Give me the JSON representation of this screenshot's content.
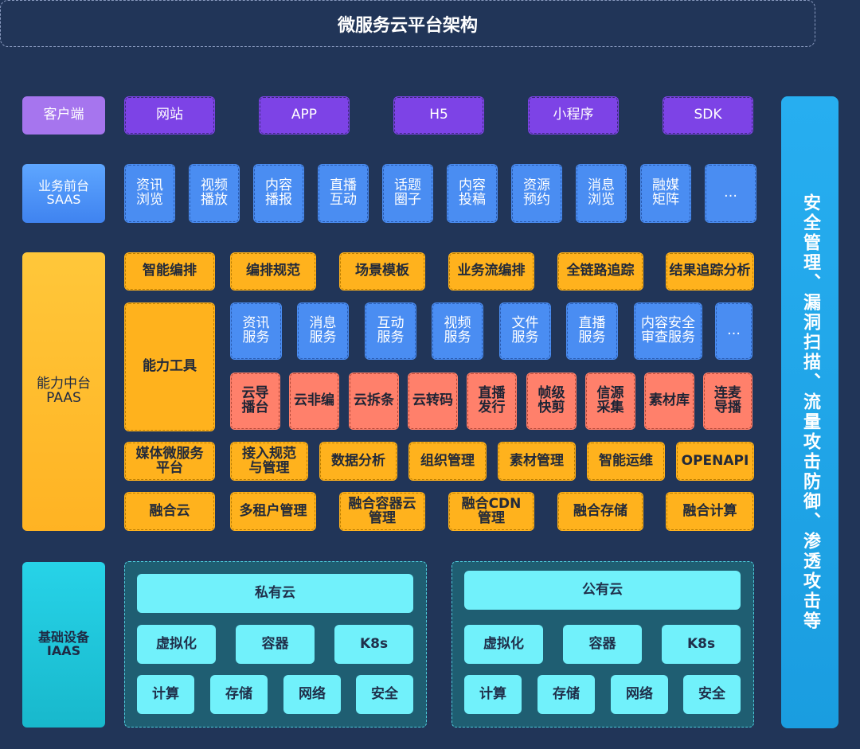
{
  "title": "微服务云平台架构",
  "security": "安全管理、漏洞扫描、流量攻击防御、渗透攻击等",
  "client": {
    "label": "客户端",
    "items": [
      "网站",
      "APP",
      "H5",
      "小程序",
      "SDK"
    ]
  },
  "saas": {
    "label": "业务前台\nSAAS",
    "items": [
      "资讯\n浏览",
      "视频\n播放",
      "内容\n播报",
      "直播\n互动",
      "话题\n圈子",
      "内容\n投稿",
      "资源\n预约",
      "消息\n浏览",
      "融媒\n矩阵",
      "…"
    ]
  },
  "paas": {
    "label": "能力中台\nPAAS",
    "orchestration": [
      "智能编排",
      "编排规范",
      "场景模板",
      "业务流编排",
      "全链路追踪",
      "结果追踪分析"
    ],
    "tools_label": "能力工具",
    "services": [
      "资讯\n服务",
      "消息\n服务",
      "互动\n服务",
      "视频\n服务",
      "文件\n服务",
      "直播\n服务",
      "内容安全\n审查服务",
      "…"
    ],
    "cloud_tools": [
      "云导\n播台",
      "云非编",
      "云拆条",
      "云转码",
      "直播\n发行",
      "帧级\n快剪",
      "信源\n采集",
      "素材库",
      "连麦\n导播"
    ],
    "media_row": [
      "媒体微服务\n平台",
      "接入规范\n与管理",
      "数据分析",
      "组织管理",
      "素材管理",
      "智能运维",
      "OPENAPI"
    ],
    "fusion_row": [
      "融合云",
      "多租户管理",
      "融合容器云\n管理",
      "融合CDN\n管理",
      "融合存储",
      "融合计算"
    ]
  },
  "iaas": {
    "label": "基础设备\nIAAS",
    "private": {
      "title": "私有云",
      "row1": [
        "虚拟化",
        "容器",
        "K8s"
      ],
      "row2": [
        "计算",
        "存储",
        "网络",
        "安全"
      ]
    },
    "public": {
      "title": "公有云",
      "row1": [
        "虚拟化",
        "容器",
        "K8s"
      ],
      "row2": [
        "计算",
        "存储",
        "网络",
        "安全"
      ]
    }
  }
}
